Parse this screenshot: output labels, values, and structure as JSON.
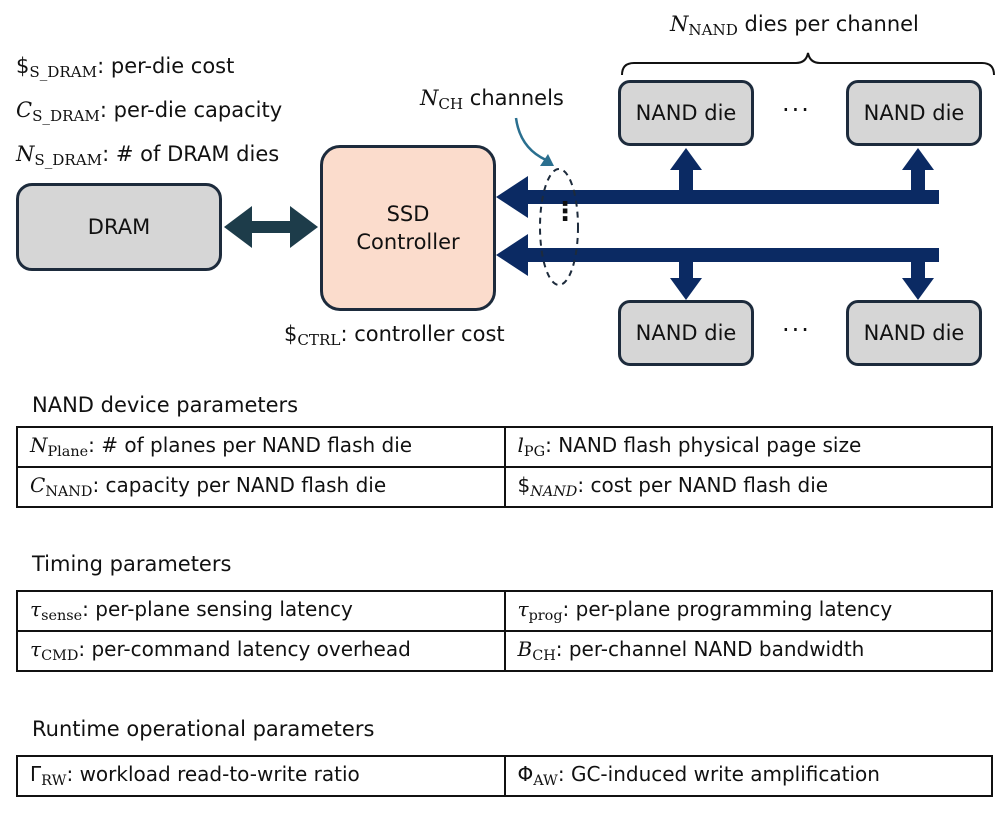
{
  "legend": {
    "s_dram_cost": {
      "symbol": "$",
      "sub": "S_DRAM",
      "text": ": per-die cost"
    },
    "s_dram_capacity": {
      "symbol": "C",
      "sub": "S_DRAM",
      "text": ": per-die capacity"
    },
    "s_dram_count": {
      "symbol": "N",
      "sub": "S_DRAM",
      "text": ": # of DRAM dies"
    }
  },
  "diagram": {
    "dram_label": "DRAM",
    "controller_label_line1": "SSD",
    "controller_label_line2": "Controller",
    "controller_cost": {
      "symbol": "$",
      "sub": "CTRL",
      "text": ": controller cost"
    },
    "channels_label": {
      "symbol": "N",
      "sub": "CH",
      "text": " channels"
    },
    "dies_per_channel": {
      "symbol": "N",
      "sub": "NAND",
      "text": " dies per channel"
    },
    "nand_die_label": "NAND die",
    "ellipsis": "···",
    "vertical_ellipsis": "⋮",
    "colors": {
      "bus": "#0b2a63",
      "dram_link": "#1d3c4a",
      "curved_arrow": "#2a6f8f"
    }
  },
  "sections": [
    {
      "title": "NAND device parameters",
      "rows": [
        [
          {
            "symbol": "N",
            "sub": "Plane",
            "sub_italic": false,
            "text": ": # of planes per NAND flash die"
          },
          {
            "symbol": "l",
            "sub": "PG",
            "sub_italic": false,
            "text": ": NAND flash physical page size"
          }
        ],
        [
          {
            "symbol": "C",
            "sub": "NAND",
            "sub_italic": false,
            "text": ": capacity per NAND flash die"
          },
          {
            "symbol": "$",
            "sub": "NAND",
            "sub_italic": true,
            "text": ": cost per NAND flash die"
          }
        ]
      ]
    },
    {
      "title": "Timing parameters",
      "rows": [
        [
          {
            "symbol": "τ",
            "sub": "sense",
            "sub_italic": false,
            "text": ": per-plane sensing latency"
          },
          {
            "symbol": "τ",
            "sub": "prog",
            "sub_italic": false,
            "text": ": per-plane programming latency"
          }
        ],
        [
          {
            "symbol": "τ",
            "sub": "CMD",
            "sub_italic": false,
            "text": ": per-command latency overhead"
          },
          {
            "symbol": "B",
            "sub": "CH",
            "sub_italic": false,
            "text": ": per-channel NAND bandwidth"
          }
        ]
      ]
    },
    {
      "title": "Runtime operational parameters",
      "rows": [
        [
          {
            "symbol": "Γ",
            "sub": "RW",
            "sub_italic": false,
            "text": ": workload read-to-write ratio"
          },
          {
            "symbol": "Φ",
            "sub": "AW",
            "sub_italic": false,
            "text": ": GC-induced write amplification"
          }
        ]
      ]
    }
  ]
}
